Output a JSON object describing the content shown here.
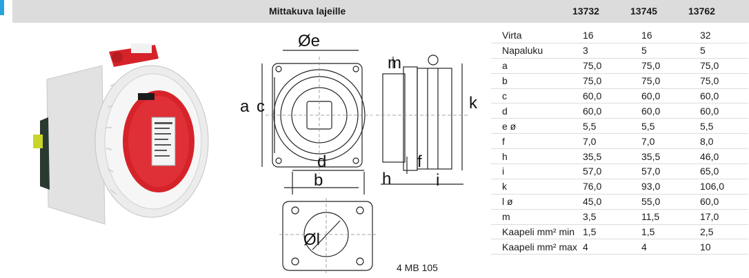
{
  "header": {
    "title": "Mittakuva lajeille",
    "columns": [
      "13732",
      "13745",
      "13762"
    ]
  },
  "drawing": {
    "labels": {
      "e": "Øe",
      "a": "a",
      "c": "c",
      "d": "d",
      "b": "b",
      "m": "m",
      "k": "k",
      "h": "h",
      "f": "f",
      "i": "i",
      "l": "Øl"
    },
    "reference": "4 MB 105"
  },
  "spec_rows": [
    {
      "label": "Virta",
      "values": [
        "16",
        "16",
        "32"
      ]
    },
    {
      "label": "Napaluku",
      "values": [
        "3",
        "5",
        "5"
      ]
    },
    {
      "label": "a",
      "values": [
        "75,0",
        "75,0",
        "75,0"
      ]
    },
    {
      "label": "b",
      "values": [
        "75,0",
        "75,0",
        "75,0"
      ]
    },
    {
      "label": "c",
      "values": [
        "60,0",
        "60,0",
        "60,0"
      ]
    },
    {
      "label": "d",
      "values": [
        "60,0",
        "60,0",
        "60,0"
      ]
    },
    {
      "label": "e ø",
      "values": [
        "5,5",
        "5,5",
        "5,5"
      ]
    },
    {
      "label": "f",
      "values": [
        "7,0",
        "7,0",
        "8,0"
      ]
    },
    {
      "label": "h",
      "values": [
        "35,5",
        "35,5",
        "46,0"
      ]
    },
    {
      "label": "i",
      "values": [
        "57,0",
        "57,0",
        "65,0"
      ]
    },
    {
      "label": "k",
      "values": [
        "76,0",
        "93,0",
        "106,0"
      ]
    },
    {
      "label": "l ø",
      "values": [
        "45,0",
        "55,0",
        "60,0"
      ]
    },
    {
      "label": "m",
      "values": [
        "3,5",
        "11,5",
        "17,0"
      ]
    },
    {
      "label": "Kaapeli mm² min",
      "values": [
        "1,5",
        "1,5",
        "2,5"
      ]
    },
    {
      "label": "Kaapeli mm² max",
      "values": [
        "4",
        "4",
        "10"
      ]
    }
  ],
  "colors": {
    "header_bg": "#dcdcdc",
    "accent": "#29a3e0",
    "socket_red": "#d6232a"
  }
}
